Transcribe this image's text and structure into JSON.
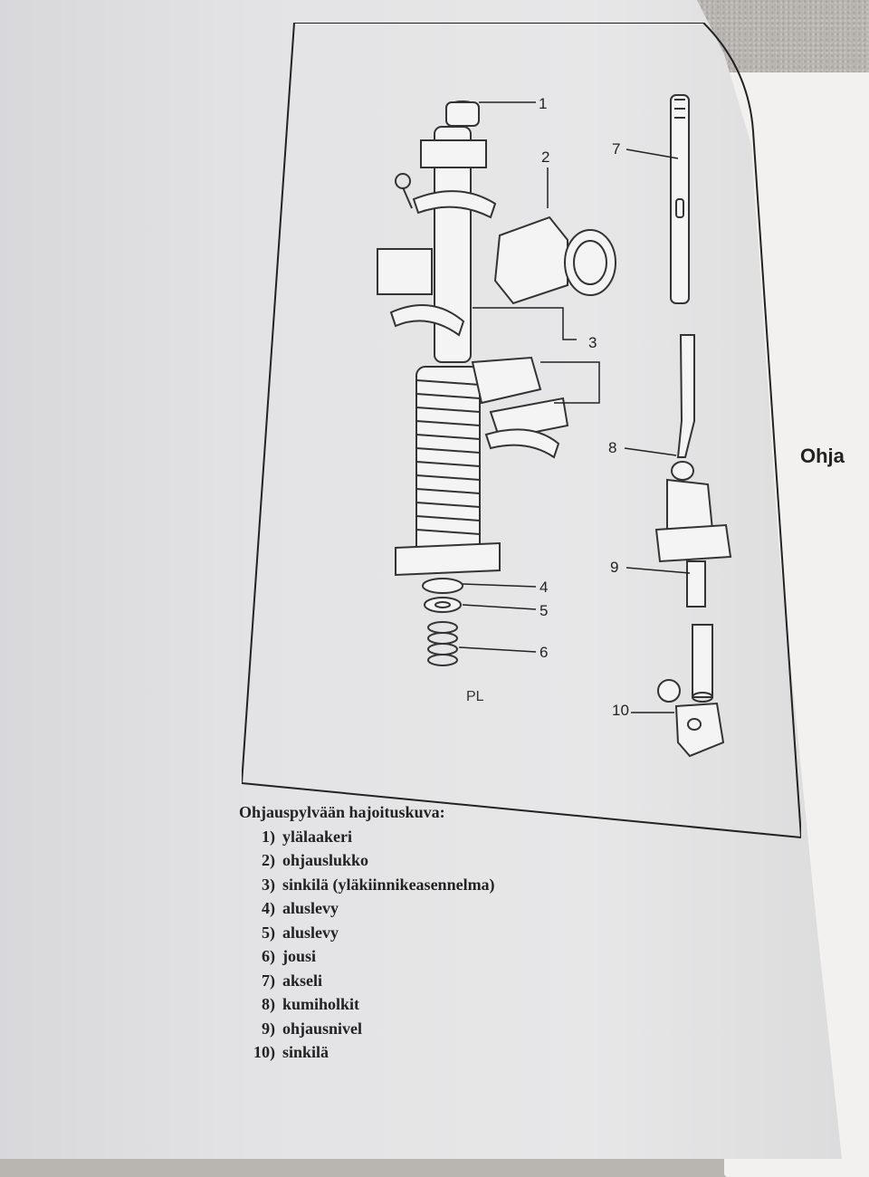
{
  "figure": {
    "label_pl": "PL",
    "callouts": [
      "1",
      "2",
      "3",
      "4",
      "5",
      "6",
      "7",
      "8",
      "9",
      "10"
    ]
  },
  "right_page": {
    "heading_fragment": "Ohja"
  },
  "caption": {
    "title": "Ohjauspylvään hajoituskuva:",
    "items": [
      {
        "num": "1)",
        "text": "ylälaakeri"
      },
      {
        "num": "2)",
        "text": "ohjauslukko"
      },
      {
        "num": "3)",
        "text": "sinkilä (yläkiinnikeasennelma)"
      },
      {
        "num": "4)",
        "text": "aluslevy"
      },
      {
        "num": "5)",
        "text": "aluslevy"
      },
      {
        "num": "6)",
        "text": "jousi"
      },
      {
        "num": "7)",
        "text": "akseli"
      },
      {
        "num": "8)",
        "text": "kumiholkit"
      },
      {
        "num": "9)",
        "text": "ohjausnivel"
      },
      {
        "num": "10)",
        "text": "sinkilä"
      }
    ]
  }
}
